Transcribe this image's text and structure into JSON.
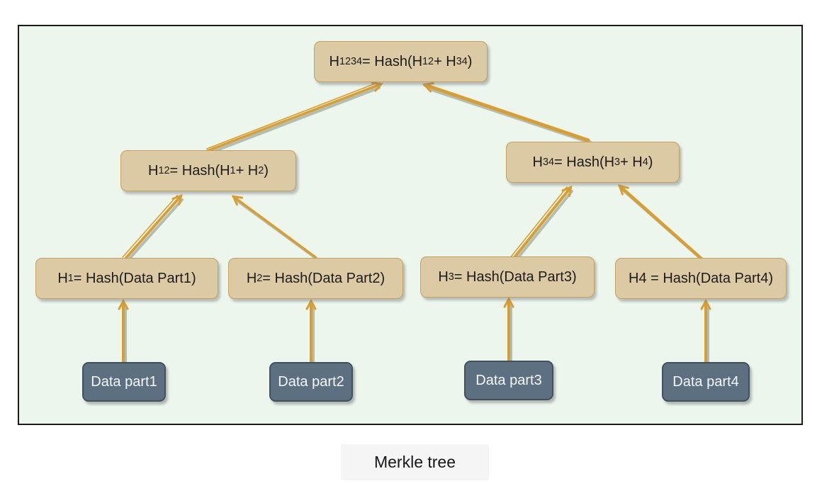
{
  "diagram": {
    "caption": "Merkle tree",
    "colors": {
      "panel_bg": "#ecf6ed",
      "panel_border": "#1a1a1a",
      "hash_node_fill": "#dccaa4",
      "hash_node_border": "#c2a05f",
      "hash_node_text": "#1c1c1c",
      "data_node_fill": "#5d7081",
      "data_node_border": "#42505c",
      "data_node_text": "#f5f7f8",
      "arrow": "#d89e33",
      "arrow_shadow": "#9aa79b",
      "caption_bg": "#f5f5f5",
      "caption_text": "#16161d"
    },
    "hash_nodes": [
      {
        "id": "h1234",
        "segments": [
          [
            "t",
            "H"
          ],
          [
            "s",
            "1234"
          ],
          [
            "t",
            " = Hash(H"
          ],
          [
            "s",
            "12"
          ],
          [
            "t",
            " + H"
          ],
          [
            "s",
            "34"
          ],
          [
            "t",
            ")"
          ]
        ]
      },
      {
        "id": "h12",
        "segments": [
          [
            "t",
            "H"
          ],
          [
            "s",
            "12"
          ],
          [
            "t",
            " = Hash(H"
          ],
          [
            "s",
            "1"
          ],
          [
            "t",
            " + H"
          ],
          [
            "s",
            "2"
          ],
          [
            "t",
            ")"
          ]
        ]
      },
      {
        "id": "h34",
        "segments": [
          [
            "t",
            "H"
          ],
          [
            "s",
            "34"
          ],
          [
            "t",
            " = Hash(H"
          ],
          [
            "s",
            "3"
          ],
          [
            "t",
            " + H"
          ],
          [
            "s",
            "4"
          ],
          [
            "t",
            ")"
          ]
        ]
      },
      {
        "id": "h1",
        "segments": [
          [
            "t",
            "H"
          ],
          [
            "s",
            "1"
          ],
          [
            "t",
            " = Hash(Data Part1)"
          ]
        ]
      },
      {
        "id": "h2",
        "segments": [
          [
            "t",
            "H"
          ],
          [
            "s",
            "2"
          ],
          [
            "t",
            " = Hash(Data Part2)"
          ]
        ]
      },
      {
        "id": "h3",
        "segments": [
          [
            "t",
            "H"
          ],
          [
            "s",
            "3"
          ],
          [
            "t",
            " = Hash(Data Part3)"
          ]
        ]
      },
      {
        "id": "h4",
        "segments": [
          [
            "t",
            "H4 = Hash(Data Part4)"
          ]
        ]
      }
    ],
    "data_nodes": [
      {
        "id": "d1",
        "label": "Data part1"
      },
      {
        "id": "d2",
        "label": "Data part2"
      },
      {
        "id": "d3",
        "label": "Data part3"
      },
      {
        "id": "d4",
        "label": "Data part4"
      }
    ],
    "edges": [
      {
        "from": "h12",
        "to": "h1234"
      },
      {
        "from": "h34",
        "to": "h1234"
      },
      {
        "from": "h1",
        "to": "h12"
      },
      {
        "from": "h2",
        "to": "h12"
      },
      {
        "from": "h3",
        "to": "h34"
      },
      {
        "from": "h4",
        "to": "h34"
      },
      {
        "from": "d1",
        "to": "h1"
      },
      {
        "from": "d2",
        "to": "h2"
      },
      {
        "from": "d3",
        "to": "h3"
      },
      {
        "from": "d4",
        "to": "h4"
      }
    ]
  }
}
